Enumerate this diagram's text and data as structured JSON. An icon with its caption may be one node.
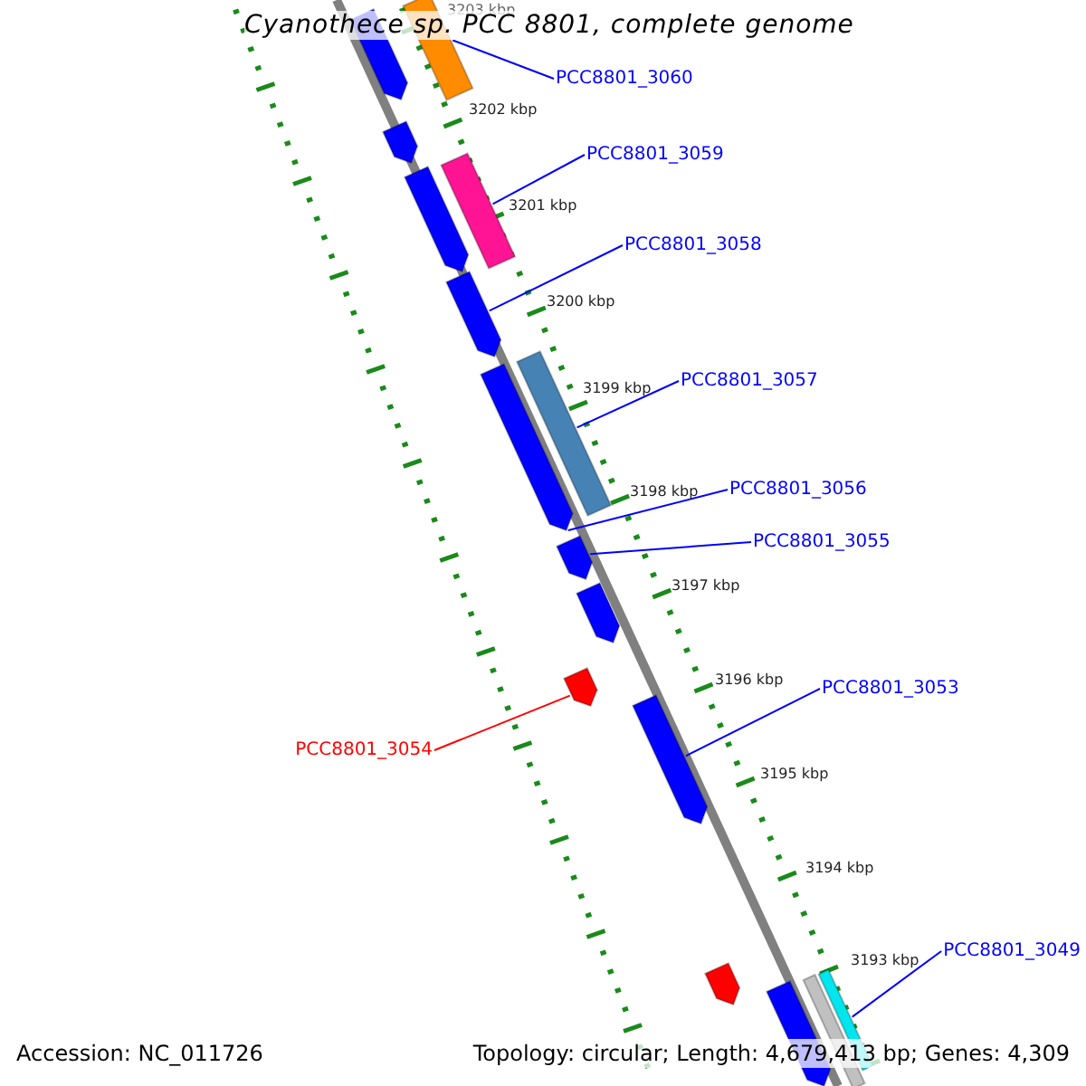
{
  "diagram": {
    "title": "Cyanothece sp. PCC 8801, complete genome",
    "nodes": [
      {
        "text": [],
        "shape": "arrow"
      },
      {
        "text": [],
        "shape": "bar"
      },
      {
        "text": [],
        "shape": "arrow"
      },
      {
        "text": [],
        "shape": "arrow"
      },
      {
        "text": [],
        "shape": "bar"
      },
      {
        "text": [],
        "shape": "arrow"
      },
      {
        "text": [],
        "shape": "arrow"
      },
      {
        "text": [],
        "shape": "bar"
      },
      {
        "text": [],
        "shape": "arrow"
      },
      {
        "text": [],
        "shape": "arrow"
      },
      {
        "text": [],
        "shape": "arrow"
      },
      {
        "text": [],
        "shape": "arrow"
      },
      {
        "text": [],
        "shape": "arrow"
      },
      {
        "text": [],
        "shape": "arrow"
      },
      {
        "text": [],
        "shape": "bar"
      },
      {
        "text": [],
        "shape": "bar"
      },
      {
        "text": [
          "PCC8801_3060"
        ]
      },
      {
        "text": [
          "PCC8801_3059"
        ]
      },
      {
        "text": [
          "PCC8801_3058"
        ]
      },
      {
        "text": [
          "PCC8801_3057"
        ]
      },
      {
        "text": [
          "PCC8801_3056"
        ]
      },
      {
        "text": [
          "PCC8801_3055"
        ]
      },
      {
        "text": [
          "PCC8801_3053"
        ]
      },
      {
        "text": [
          "PCC8801_3054"
        ]
      },
      {
        "text": [
          "PCC8801_3049"
        ]
      }
    ],
    "edges": [
      {
        "from": 16,
        "to": 1,
        "arrow": "none"
      },
      {
        "from": 17,
        "to": 4,
        "arrow": "none"
      },
      {
        "from": 18,
        "to": 5,
        "arrow": "none"
      },
      {
        "from": 19,
        "to": 7,
        "arrow": "none"
      },
      {
        "from": 20,
        "to": 6,
        "arrow": "none"
      },
      {
        "from": 21,
        "to": 8,
        "arrow": "none"
      },
      {
        "from": 22,
        "to": 11,
        "arrow": "none"
      },
      {
        "from": 23,
        "to": 10,
        "arrow": "none",
        "color": "#ff0000"
      },
      {
        "from": 24,
        "to": 15,
        "arrow": "none"
      }
    ],
    "labels": [
      "3203 kbp",
      "3202 kbp",
      "3201 kbp",
      "3200 kbp",
      "3199 kbp",
      "3198 kbp",
      "3197 kbp",
      "3196 kbp",
      "3195 kbp",
      "3194 kbp",
      "3193 kbp",
      "Accession: NC_011726",
      "Topology: circular; Length: 4,679,413 bp; Genes: 4,309"
    ]
  }
}
